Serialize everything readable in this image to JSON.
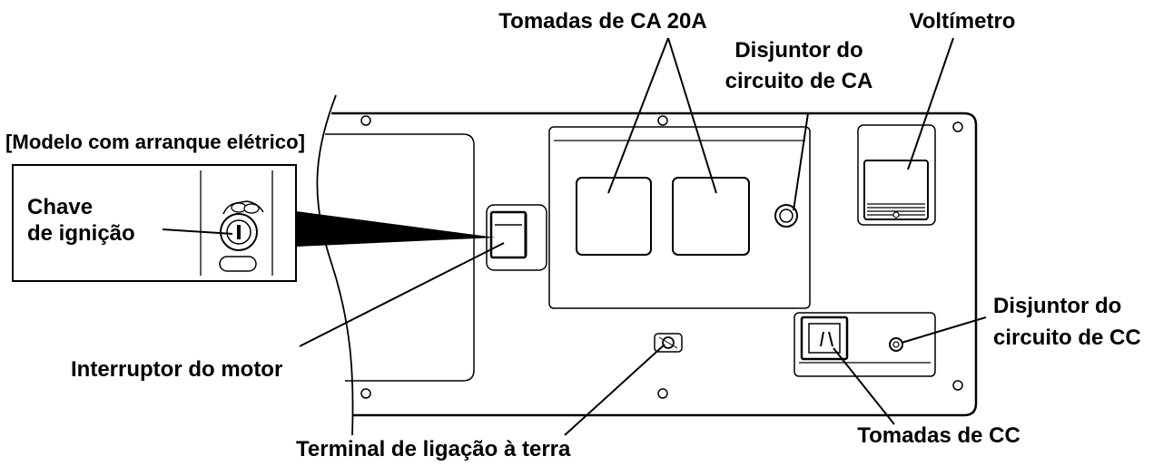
{
  "labels": {
    "ac_outlets": "Tomadas de CA 20A",
    "ac_breaker_line1": "Disjuntor do",
    "ac_breaker_line2": "circuito de CA",
    "voltmeter": "Voltímetro",
    "electric_start_model": "[Modelo com arranque elétrico]",
    "ignition_key_line1": "Chave",
    "ignition_key_line2": "de ignição",
    "engine_switch": "Interruptor do motor",
    "dc_breaker_line1": "Disjuntor do",
    "dc_breaker_line2": "circuito de CC",
    "dc_outlets": "Tomadas de CC",
    "ground_terminal": "Terminal de ligação à terra"
  },
  "colors": {
    "line": "#000000",
    "background": "#ffffff"
  }
}
